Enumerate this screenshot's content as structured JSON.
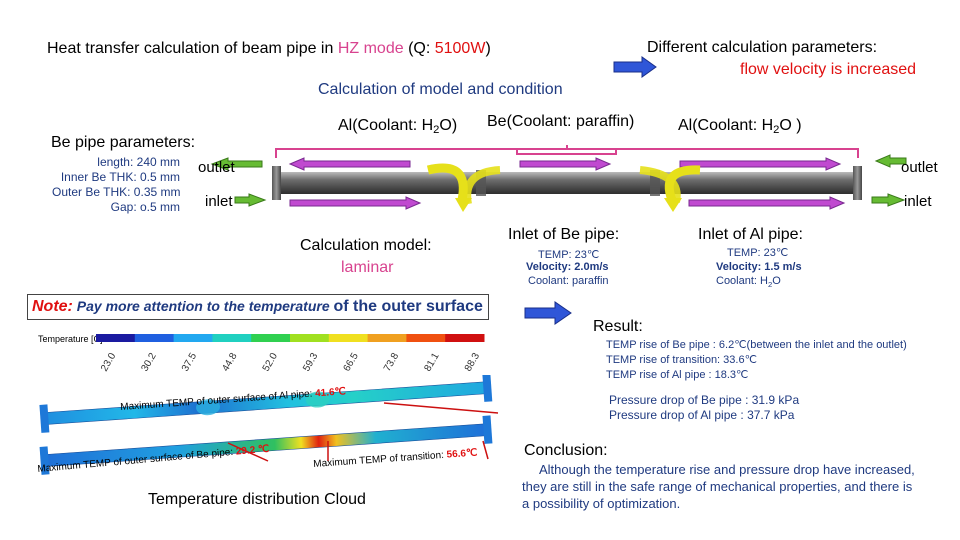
{
  "header": {
    "title_prefix": "Heat transfer calculation of beam pipe in ",
    "title_mode": "HZ mode",
    "title_q_open": " (Q: ",
    "title_q_value": "5100W",
    "title_q_close": ")",
    "diff_title": "Different calculation parameters:",
    "diff_value": "flow velocity is increased",
    "model_condition": "Calculation of  model  and  condition"
  },
  "segments": {
    "left": "Al(Coolant: H",
    "left_sub": "2",
    "left_end": "O)",
    "middle": "Be(Coolant: paraffin)",
    "right": "Al(Coolant: H",
    "right_sub": "2",
    "right_end": "O )"
  },
  "pipe_params": {
    "title": "Be pipe parameters:",
    "lines": [
      "length: 240 mm",
      "Inner Be THK: 0.5 mm",
      "Outer Be THK: 0.35 mm",
      "Gap: o.5 mm"
    ]
  },
  "flow": {
    "outlet_left": "outlet",
    "inlet_left": "inlet",
    "outlet_right": "outlet",
    "inlet_right": "inlet"
  },
  "model": {
    "label": "Calculation model:",
    "value": "laminar"
  },
  "inlet_be": {
    "title": "Inlet of Be pipe:",
    "temp": "TEMP: 23℃",
    "velocity": "Velocity: 2.0m/s",
    "coolant": "Coolant:  paraffin"
  },
  "inlet_al": {
    "title": "Inlet of Al pipe:",
    "temp": "TEMP: 23℃",
    "velocity": "Velocity:  1.5 m/s",
    "coolant_prefix": "Coolant: H",
    "coolant_sub": "2",
    "coolant_end": "O"
  },
  "note": {
    "label": "Note:",
    "text": " Pay more attention to the temperature ",
    "of": "of",
    "tail": " the outer surface"
  },
  "result": {
    "title": "Result:",
    "lines": [
      "TEMP rise of Be pipe   : 6.2℃(between the inlet and the outlet)",
      "TEMP rise of transition: 33.6℃",
      "TEMP rise of Al pipe    : 18.3℃"
    ],
    "pressure": [
      "Pressure drop of Be pipe : 31.9 kPa",
      "Pressure drop of Al pipe : 37.7 kPa"
    ]
  },
  "legend": {
    "title": "Temperature [C]",
    "ticks": [
      "23.0",
      "30.2",
      "37.5",
      "44.8",
      "52.0",
      "59.3",
      "66.5",
      "73.8",
      "81.1",
      "88.3"
    ],
    "colors": [
      "#1a1aa0",
      "#1f5fe0",
      "#22a8f0",
      "#20d0c0",
      "#30d050",
      "#a0e020",
      "#f0e020",
      "#f0a020",
      "#f05010",
      "#d01010"
    ]
  },
  "cloud": {
    "al_max_label": "Maximum TEMP  of  outer surface of Al pipe: ",
    "al_max_value": "41.6℃",
    "be_max_label": "Maximum TEMP of outer surface of Be pipe: ",
    "be_max_value": "29.2 ℃",
    "trans_max_label": "Maximum TEMP of transition: ",
    "trans_max_value": "56.6℃",
    "caption": "Temperature distribution Cloud"
  },
  "conclusion": {
    "title": "Conclusion:",
    "text_l1": "Although the temperature rise and pressure drop have increased,",
    "text_l2": "they are still in the safe range of mechanical properties, and there is",
    "text_l3": "a possibility of optimization."
  },
  "colors": {
    "accent_blue_arrow": "#2f56d8",
    "bracket_pink": "#d8438f",
    "arrow_purple": "#c04ad0",
    "arrow_yellow": "#e6e01a",
    "arrow_green": "#66bb33",
    "text_red": "#e01010",
    "text_navy": "#1f3a80"
  }
}
